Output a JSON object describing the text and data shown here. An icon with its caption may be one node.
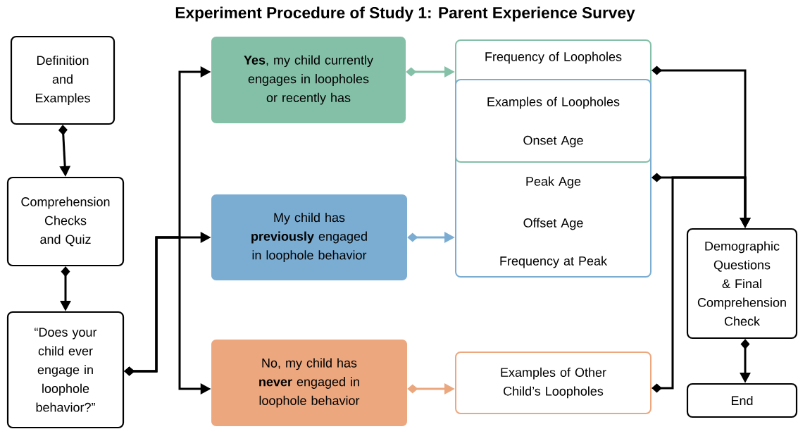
{
  "diagram": {
    "title": "Experiment Procedure of Study 1: Parent Experience Survey",
    "nodes": [
      {
        "text": [
          "Definition and Examples"
        ]
      },
      {
        "text": [
          "Comprehension Checks and Quiz"
        ]
      },
      {
        "text": [
          "“Does your child ever engage in loophole behavior?”"
        ]
      },
      {
        "text": [
          "**Yes**, my child currently engages in loopholes or recently has"
        ]
      },
      {
        "text": [
          "My child has **previously** engaged in loophole behavior"
        ]
      },
      {
        "text": [
          "No, my child has **never** engaged in loophole behavior"
        ]
      },
      {
        "text": [
          "Frequency of Loopholes",
          "Examples of Loopholes",
          "Onset Age"
        ]
      },
      {
        "text": [
          "Peak Age",
          "Offset Age",
          "Frequency at Peak"
        ]
      },
      {
        "text": [
          "Examples of Other Child’s Loopholes"
        ]
      },
      {
        "text": [
          "Demographic Questions & Final Comprehension Check"
        ]
      },
      {
        "text": [
          "End"
        ]
      }
    ],
    "edges": [
      {
        "from": 0,
        "to": 1,
        "arrow": "to"
      },
      {
        "from": 1,
        "to": 2,
        "arrow": "to"
      },
      {
        "from": 2,
        "to": 3,
        "arrow": "to"
      },
      {
        "from": 2,
        "to": 4,
        "arrow": "to"
      },
      {
        "from": 2,
        "to": 5,
        "arrow": "to"
      },
      {
        "from": 3,
        "to": 6,
        "arrow": "to",
        "color": "#84c1a8"
      },
      {
        "from": 4,
        "to": 7,
        "arrow": "to",
        "color": "#7badd3"
      },
      {
        "from": 5,
        "to": 8,
        "arrow": "to",
        "color": "#eba77e"
      },
      {
        "from": 6,
        "to": 9,
        "arrow": "to"
      },
      {
        "from": 7,
        "to": 9,
        "arrow": "to"
      },
      {
        "from": 8,
        "to": 9,
        "arrow": "to"
      },
      {
        "from": 9,
        "to": 10,
        "arrow": "to"
      }
    ]
  }
}
